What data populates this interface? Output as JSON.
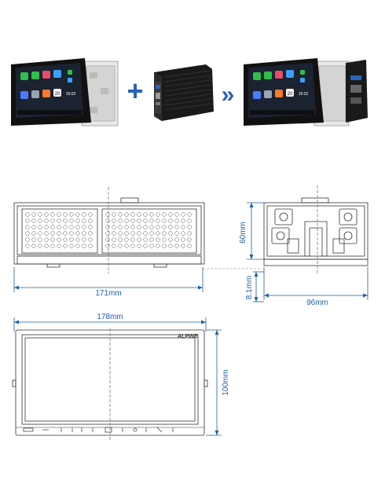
{
  "product_images": {
    "unit_left": {
      "widget_clock": "20",
      "widget_time": "15:02",
      "row1": [
        "",
        "",
        "",
        ""
      ],
      "row2": [
        "",
        "",
        "",
        "",
        ""
      ]
    },
    "plus_symbol": "+",
    "arrow_symbol": "»",
    "amplifier_alt": "amplifier",
    "unit_right": {
      "widget_clock": "20",
      "widget_time": "15:02"
    }
  },
  "brand_logo": "ALPINE",
  "dimensions": {
    "width_body": "171mm",
    "depth": "96mm",
    "height_body": "60mm",
    "front_offset": "8.1mm",
    "panel_width": "178mm",
    "panel_height": "100mm"
  },
  "colors": {
    "dimension_line": "#1f5fa8",
    "drawing_stroke": "#333333",
    "accent": "#2a63b8"
  }
}
